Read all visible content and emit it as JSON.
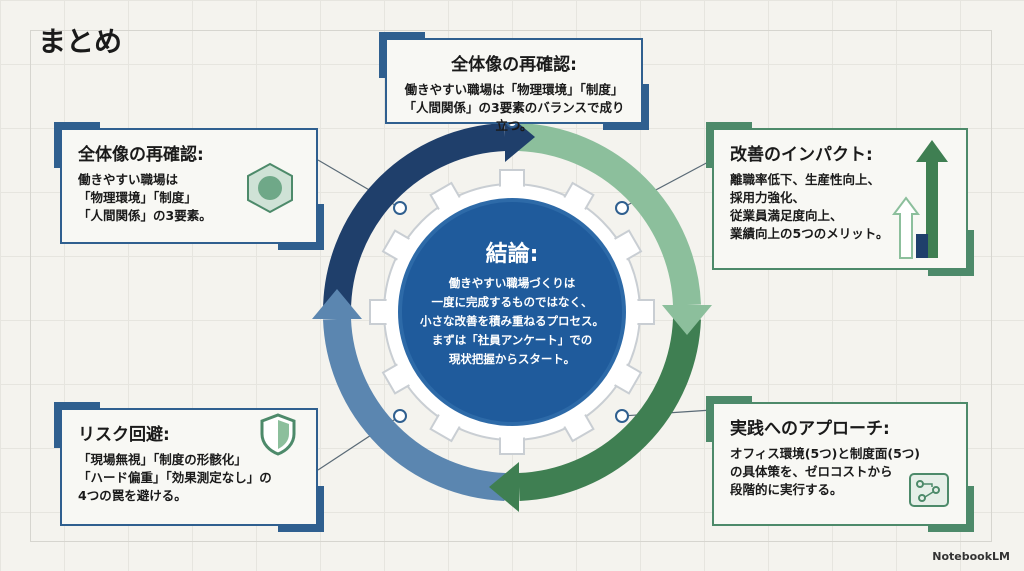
{
  "title": "まとめ",
  "center": {
    "heading": "結論:",
    "body": "働きやすい職場づくりは\n一度に完成するものではなく、\n小さな改善を積み重ねるプロセス。\nまずは「社員アンケート」での\n現状把握からスタート。"
  },
  "top": {
    "heading": "全体像の再確認:",
    "body": "働きやすい職場は「物理環境」「制度」\n「人間関係」の3要素のバランスで成り立つ。"
  },
  "left": {
    "heading": "全体像の再確認:",
    "body": "働きやすい職場は\n「物理環境」「制度」\n「人間関係」の3要素。"
  },
  "right": {
    "heading": "改善のインパクト:",
    "body": "離職率低下、生産性向上、\n採用力強化、\n従業員満足度向上、\n業績向上の5つのメリット。"
  },
  "bottom_left": {
    "heading": "リスク回避:",
    "body": "「現場無視」「制度の形骸化」\n「ハード偏重」「効果測定なし」の\n4つの罠を避ける。"
  },
  "bottom_right": {
    "heading": "実践へのアプローチ:",
    "body": "オフィス環境(5つ)と制度面(5つ)\nの具体策を、ゼロコストから\n段階的に実行する。"
  },
  "colors": {
    "navy": "#1f3f6b",
    "light_green": "#8cbf9c",
    "dark_green": "#3f7f52",
    "steel_blue": "#5b86b0",
    "center_blue": "#1f5b9c"
  },
  "brand": "NotebookLM"
}
